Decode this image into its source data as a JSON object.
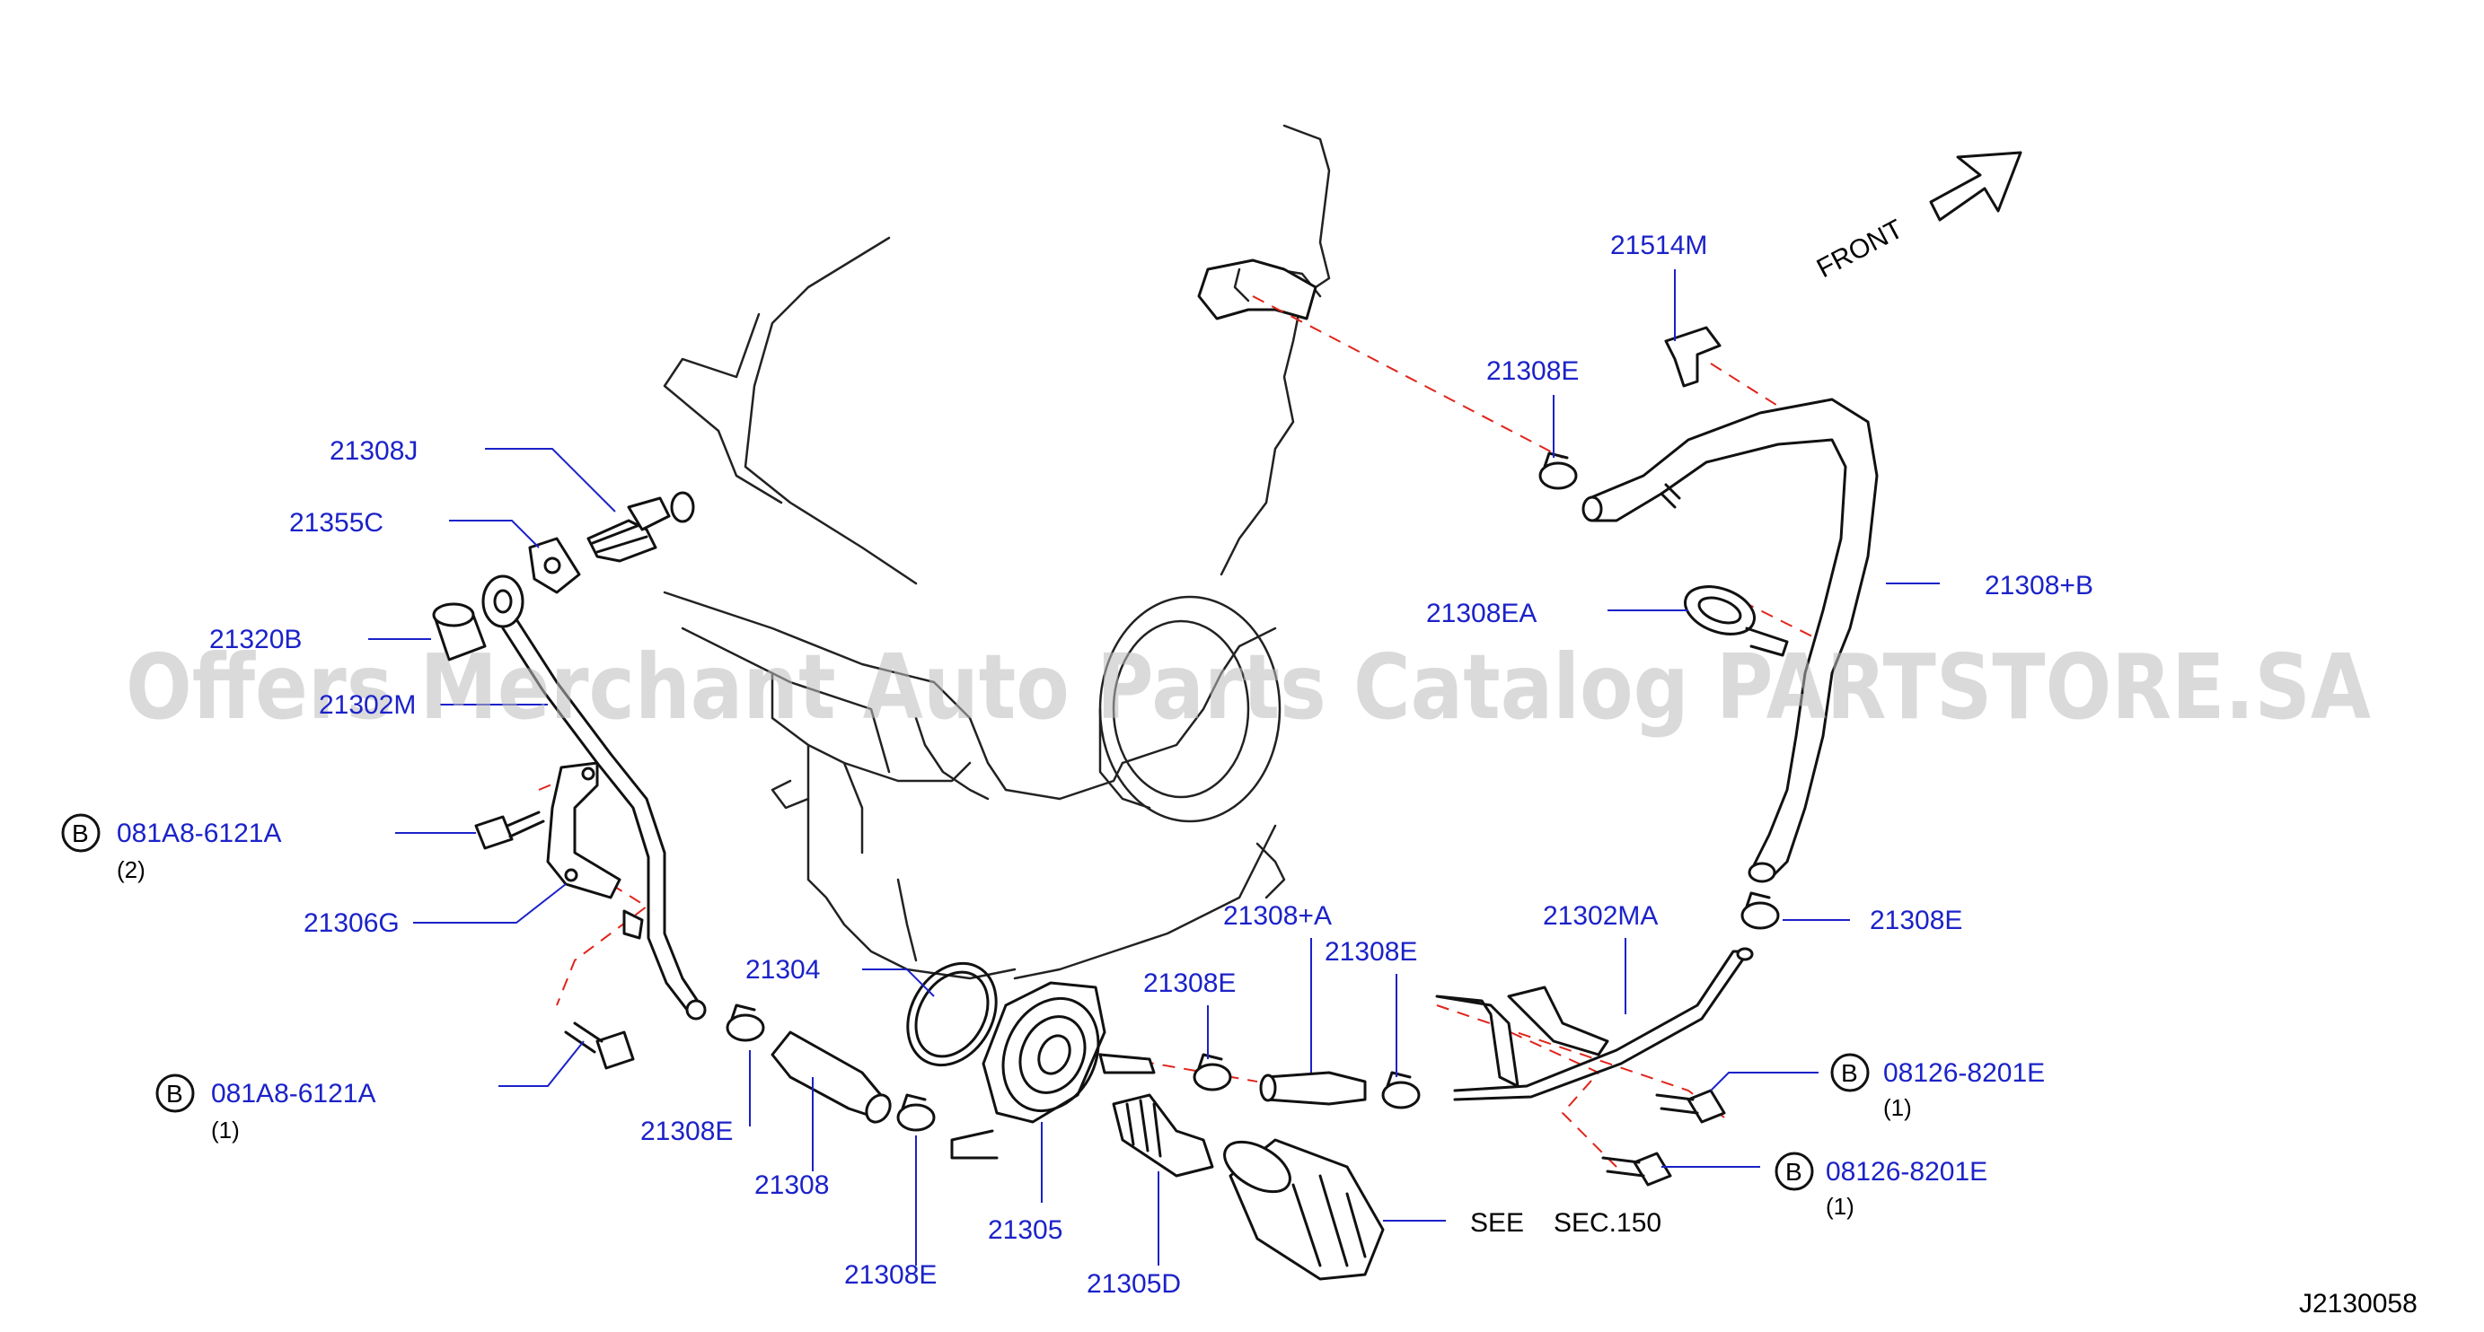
{
  "watermark": "Offers Merchant Auto Parts Catalog PARTSTORE.SA",
  "front_label": "FRONT",
  "diagram_id": "J2130058",
  "callouts": {
    "p21308J": "21308J",
    "p21355C": "21355C",
    "p21320B": "21320B",
    "p21302M": "21302M",
    "bolt_b1": "081A8-6121A",
    "bolt_b1_qty": "(2)",
    "p21306G": "21306G",
    "bolt_b2": "081A8-6121A",
    "bolt_b2_qty": "(1)",
    "p21304": "21304",
    "p21308E_a": "21308E",
    "p21308": "21308",
    "p21308E_b": "21308E",
    "p21305": "21305",
    "p21305D": "21305D",
    "p21308E_c": "21308E",
    "p21308A": "21308+A",
    "p21308E_d": "21308E",
    "p21302MA": "21302MA",
    "p21308E_e": "21308E",
    "bolt_b3": "08126-8201E",
    "bolt_b3_qty": "(1)",
    "bolt_b4": "08126-8201E",
    "bolt_b4_qty": "(1)",
    "see_label": "SEE",
    "see_sec": "SEC.150",
    "p21514M": "21514M",
    "p21308E_top": "21308E",
    "p21308EA": "21308EA",
    "p21308B": "21308+B"
  },
  "bolt_marker": "B",
  "colors": {
    "callout_text": "#1b22c8",
    "leader_line": "#1b22c8",
    "dashed_guide": "#e0241b",
    "line_art": "#111111",
    "watermark": "#bdbdbd"
  }
}
